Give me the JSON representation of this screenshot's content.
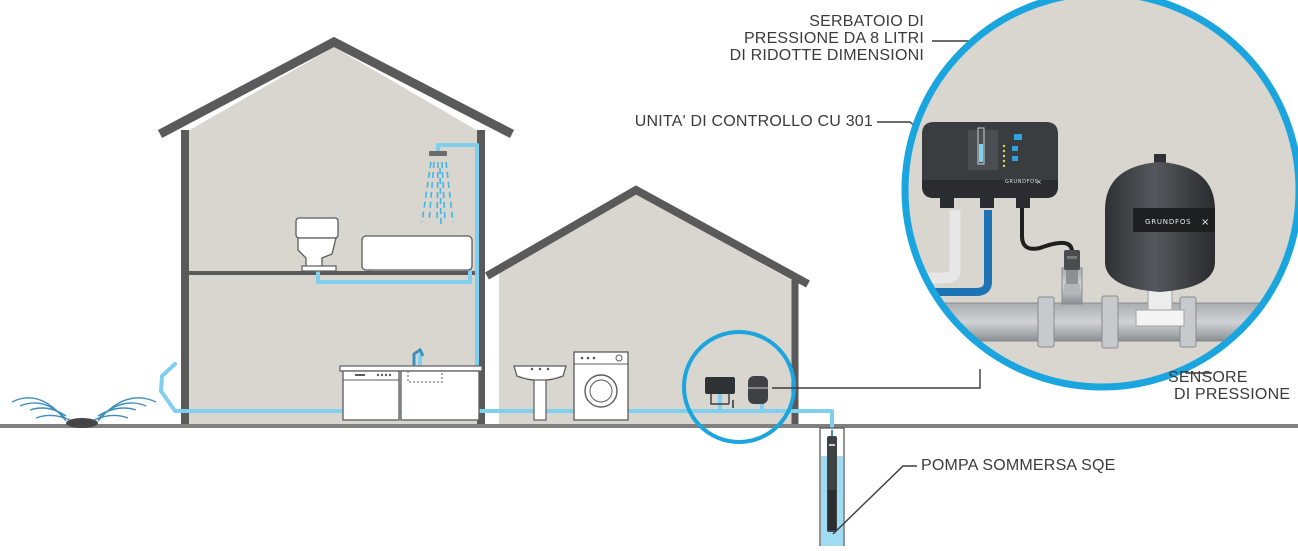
{
  "labels": {
    "tank_line1": "SERBATOIO DI",
    "tank_line2": "PRESSIONE DA 8 LITRI",
    "tank_line3": "DI RIDOTTE DIMENSIONI",
    "control_unit": "UNITA' DI CONTROLLO CU 301",
    "sensor_line1": "SENSORE",
    "sensor_line2": "DI PRESSIONE",
    "pump": "POMPA SOMMERSA SQE"
  },
  "brand": "GRUNDFOS",
  "colors": {
    "wall": "#d8d6cf",
    "roof": "#5a5a5a",
    "water_pipe": "#7fd0ee",
    "zoom_ring": "#1aa5df",
    "device": "#3f4245",
    "ground": "#808080",
    "line": "#3b3b3b"
  }
}
